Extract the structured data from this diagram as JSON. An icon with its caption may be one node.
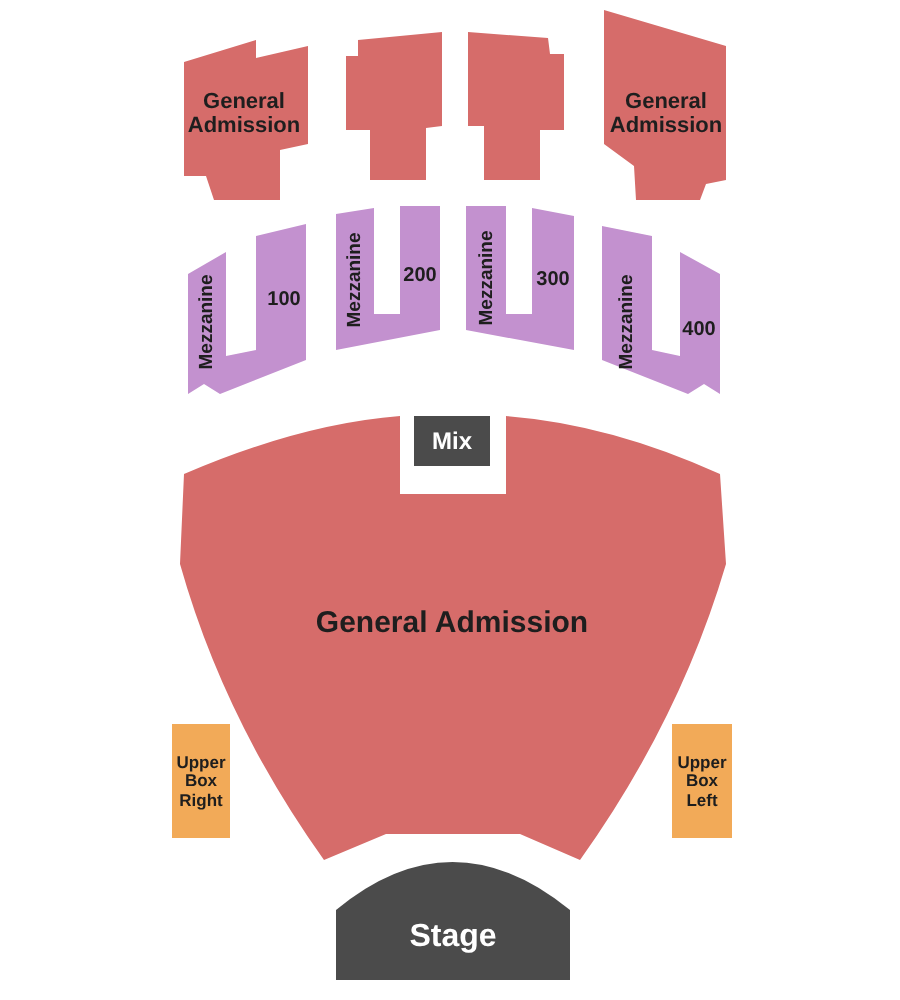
{
  "diagram": {
    "nodes": [
      {
        "text": [
          "General Admission"
        ]
      },
      {
        "text": [],
        "shape": "box"
      },
      {
        "text": [],
        "shape": "box"
      },
      {
        "text": [
          "General Admission"
        ]
      },
      {
        "text": [
          "Mezzanine",
          "100"
        ]
      },
      {
        "text": [
          "Mezzanine",
          "200"
        ]
      },
      {
        "text": [
          "Mezzanine",
          "300"
        ]
      },
      {
        "text": [
          "Mezzanine",
          "400"
        ]
      },
      {
        "text": [
          "Mix"
        ]
      },
      {
        "text": [
          "General Admission"
        ]
      },
      {
        "text": [
          "Upper Box Right"
        ]
      },
      {
        "text": [
          "Upper Box Left"
        ]
      },
      {
        "text": [
          "Stage"
        ]
      }
    ]
  }
}
